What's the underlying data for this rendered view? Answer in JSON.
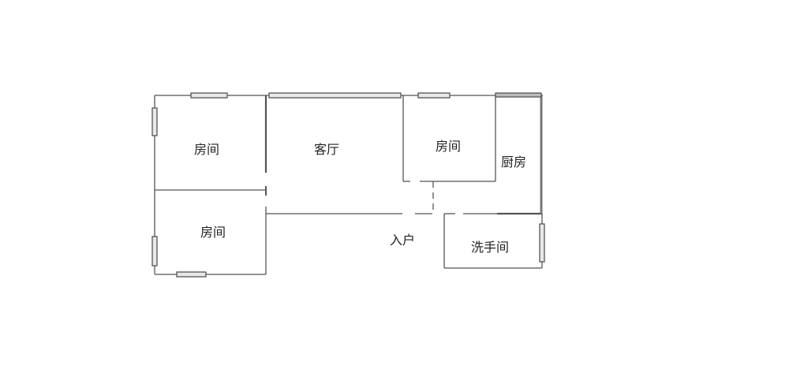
{
  "rooms": {
    "bedroom_top_left": "房间",
    "living_room": "客厅",
    "bedroom_middle": "房间",
    "kitchen": "厨房",
    "bedroom_bottom_left": "房间",
    "entrance": "入户",
    "bathroom": "洗手间"
  },
  "colors": {
    "wall": "#555555",
    "window_fill": "#e8e8e8"
  }
}
